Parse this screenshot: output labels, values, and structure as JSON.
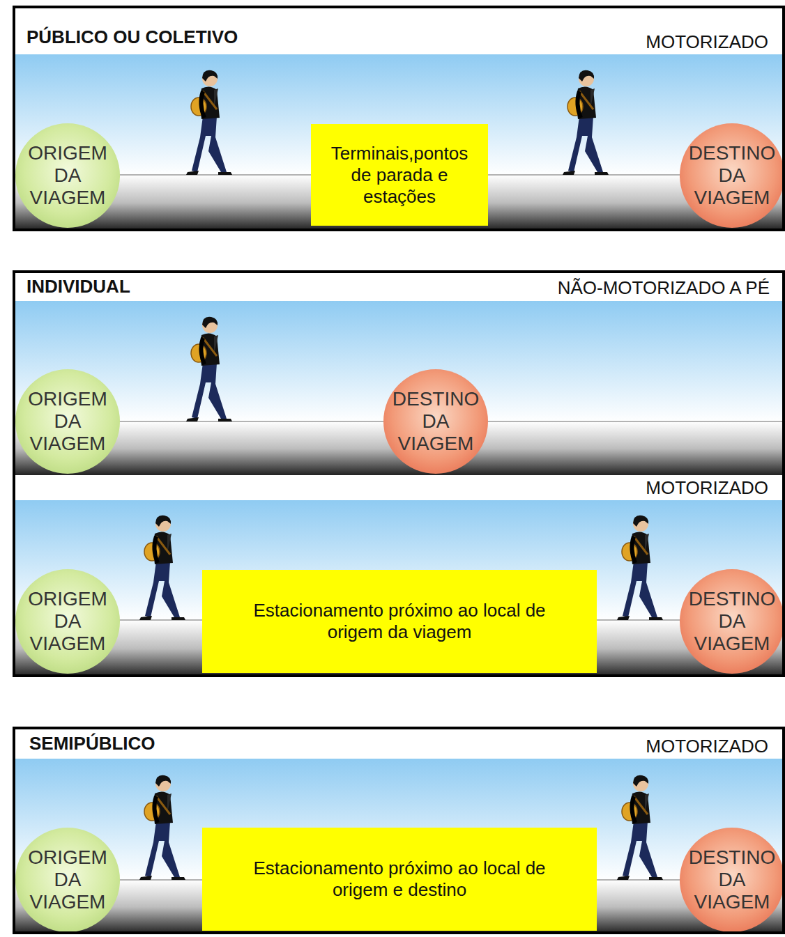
{
  "diagram": {
    "nodes": [
      {
        "text": [
          "PÚBLICO OU COLETIVO",
          "MOTORIZADO"
        ]
      },
      {
        "text": [
          "ORIGEM DA VIAGEM"
        ],
        "in": 0
      },
      {
        "text": [
          "Terminais,pontos de parada e estações"
        ],
        "in": 0
      },
      {
        "text": [
          "DESTINO DA VIAGEM"
        ],
        "in": 0
      },
      {
        "text": [
          "INDIVIDUAL",
          "NÃO-MOTORIZADO A PÉ",
          "MOTORIZADO"
        ]
      },
      {
        "text": [
          "ORIGEM DA VIAGEM"
        ],
        "in": 4
      },
      {
        "text": [
          "DESTINO DA VIAGEM"
        ],
        "in": 4
      },
      {
        "text": [
          "ORIGEM DA VIAGEM"
        ],
        "in": 4
      },
      {
        "text": [
          "Estacionamento próximo ao local de origem da viagem"
        ],
        "in": 4
      },
      {
        "text": [
          "DESTINO DA VIAGEM"
        ],
        "in": 4
      },
      {
        "text": [
          "SEMIPÚBLICO",
          "MOTORIZADO"
        ]
      },
      {
        "text": [
          "ORIGEM DA VIAGEM"
        ],
        "in": 10
      },
      {
        "text": [
          "Estacionamento próximo ao local de origem e destino"
        ],
        "in": 10
      },
      {
        "text": [
          "DESTINO DA VIAGEM"
        ],
        "in": 10
      }
    ]
  }
}
